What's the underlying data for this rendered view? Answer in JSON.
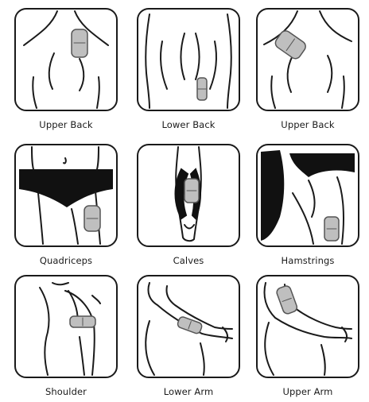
{
  "tiles": [
    {
      "label": "Upper Back",
      "icon": "upper-back-pad-icon"
    },
    {
      "label": "Lower Back",
      "icon": "lower-back-pad-icon"
    },
    {
      "label": "Upper Back",
      "icon": "upper-back-shoulder-pad-icon"
    },
    {
      "label": "Quadriceps",
      "icon": "quadriceps-pad-icon"
    },
    {
      "label": "Calves",
      "icon": "calves-pad-icon"
    },
    {
      "label": "Hamstrings",
      "icon": "hamstrings-pad-icon"
    },
    {
      "label": "Shoulder",
      "icon": "shoulder-pad-icon"
    },
    {
      "label": "Lower Arm",
      "icon": "lower-arm-pad-icon"
    },
    {
      "label": "Upper Arm",
      "icon": "upper-arm-pad-icon"
    }
  ],
  "colors": {
    "line": "#1a1a1a",
    "pad_fill": "#bfbfbf",
    "pad_stroke": "#555555"
  }
}
